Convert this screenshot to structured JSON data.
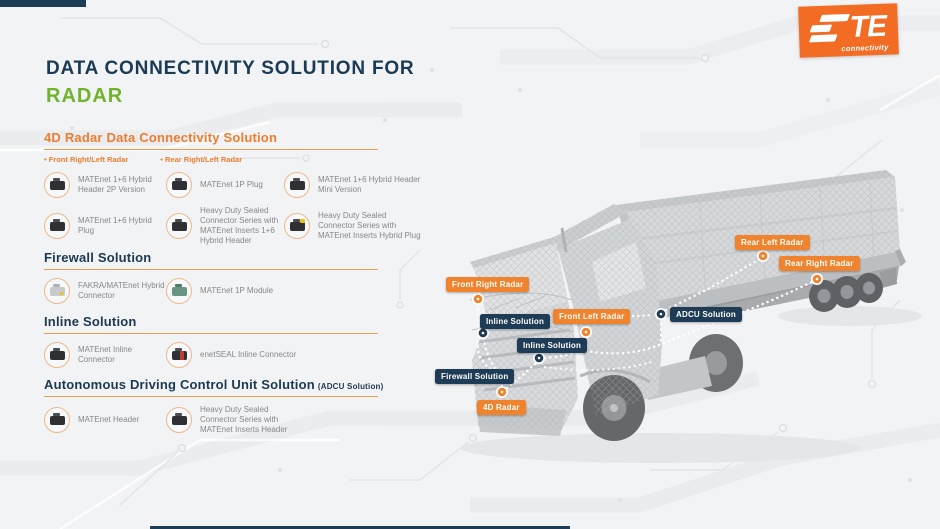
{
  "logo": {
    "brand": "TE",
    "tagline": "connectivity"
  },
  "title": {
    "line1": "DATA CONNECTIVITY SOLUTION FOR",
    "line2": "RADAR"
  },
  "colors": {
    "navy": "#1E3C55",
    "green": "#6FB42C",
    "orange": "#ED7D31",
    "badge_orange": "#F0832D",
    "te_orange": "#F36C23",
    "background": "#f2f3f4"
  },
  "sections": [
    {
      "heading": "4D Radar Data Connectivity Solution",
      "bullets": [
        "Front Right/Left Radar",
        "Rear Right/Left Radar"
      ],
      "items": [
        {
          "icon": "black-connector-icon",
          "label": "MATEnet 1+6 Hybrid Header 2P Version"
        },
        {
          "icon": "black-connector-icon",
          "label": "MATEnet 1P Plug"
        },
        {
          "icon": "black-connector-icon",
          "label": "MATEnet 1+6 Hybrid Header Mini Version"
        },
        {
          "icon": "black-connector-icon",
          "label": "MATEnet 1+6 Hybrid Plug"
        },
        {
          "icon": "black-connector-icon",
          "label": "Heavy Duty Sealed Connector Series with MATEnet Inserts 1+6 Hybrid Header"
        },
        {
          "icon": "heavyduty-yellow-connector-icon",
          "label": "Heavy Duty Sealed Connector Series with MATEnet Inserts Hybrid Plug"
        }
      ]
    },
    {
      "heading": "Firewall Solution",
      "items": [
        {
          "icon": "fakra-connector-icon",
          "label": "FAKRA/MATEnet Hybrid Connector"
        },
        {
          "icon": "green-module-icon",
          "label": "MATEnet 1P Module"
        }
      ]
    },
    {
      "heading": "Inline Solution",
      "items": [
        {
          "icon": "black-connector-icon",
          "label": "MATEnet Inline Connector"
        },
        {
          "icon": "enetseal-connector-icon",
          "label": "enetSEAL Inline Connector"
        }
      ]
    },
    {
      "heading": "Autonomous Driving Control Unit Solution",
      "suffix": "(ADCU Solution)",
      "items": [
        {
          "icon": "black-connector-icon",
          "label": "MATEnet Header"
        },
        {
          "icon": "black-connector-icon",
          "label": "Heavy Duty Sealed Connector Series with MATEnet Inserts Header"
        }
      ]
    }
  ],
  "diagram": {
    "labels": [
      {
        "text": "Front Right Radar",
        "type": "radar"
      },
      {
        "text": "Inline Solution",
        "type": "solution"
      },
      {
        "text": "Front Left Radar",
        "type": "radar"
      },
      {
        "text": "Inline Solution",
        "type": "solution"
      },
      {
        "text": "ADCU Solution",
        "type": "solution"
      },
      {
        "text": "Firewall Solution",
        "type": "solution"
      },
      {
        "text": "4D Radar",
        "type": "radar"
      },
      {
        "text": "Rear Left Radar",
        "type": "radar"
      },
      {
        "text": "Rear Right Radar",
        "type": "radar"
      }
    ]
  }
}
